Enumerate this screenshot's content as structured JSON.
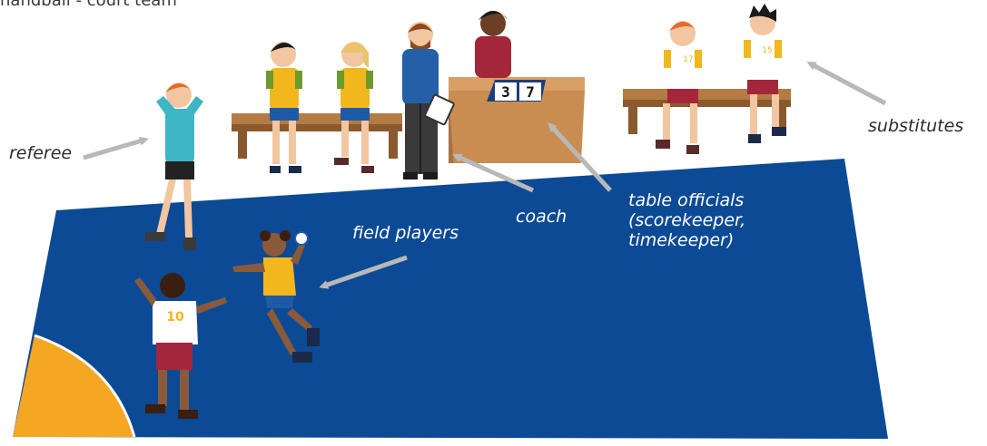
{
  "caption_fragment": "handball - court team",
  "labels": {
    "referee": "referee",
    "coach": "coach",
    "field_players": "field players",
    "table_officials": "table officials",
    "table_officials_detail_1": "(scorekeeper,",
    "table_officials_detail_2": "timekeeper)",
    "substitutes": "substitutes"
  },
  "scoreboard": {
    "digit_left": "3",
    "digit_right": "7"
  },
  "jersey_numbers": {
    "field_player_back": "10",
    "substitute_left": "17",
    "substitute_right": "15"
  },
  "colors": {
    "court": "#0c4a95",
    "goal_area": "#f5a623",
    "arrow": "#b8b8b8",
    "team_jersey": "#f1b71c",
    "referee_shirt": "#3fb6c3",
    "coach_shirt": "#245fa8",
    "official_shirt": "#a3263b",
    "bench": "#a06a3a",
    "table": "#c98d52"
  }
}
